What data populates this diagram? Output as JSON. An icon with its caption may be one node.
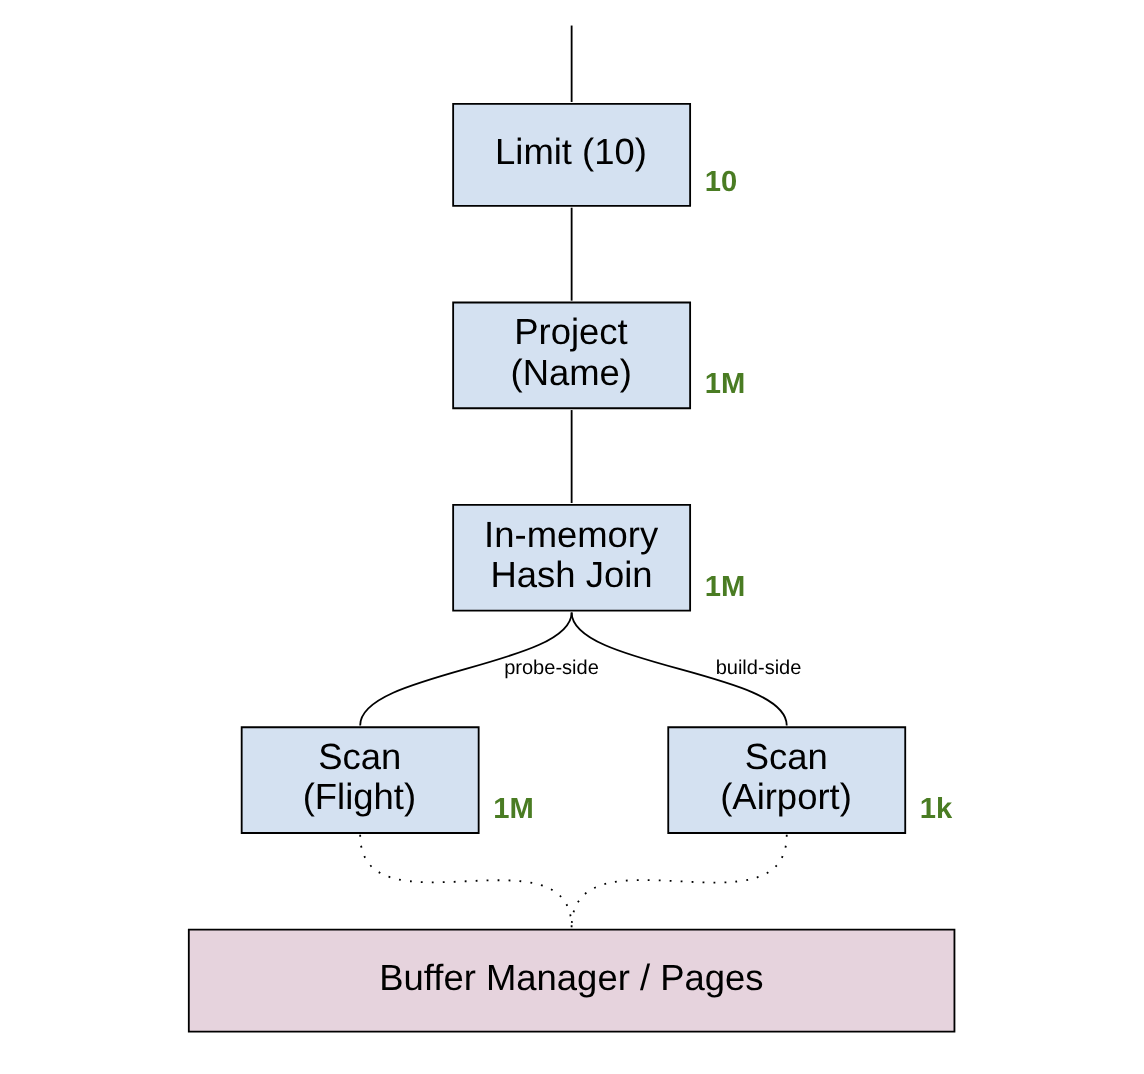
{
  "diagram": {
    "nodes": [
      {
        "text": [
          "Limit (10)"
        ],
        "beside": [
          "10"
        ]
      },
      {
        "text": [
          "Project (Name)"
        ],
        "beside": [
          "1M"
        ]
      },
      {
        "text": [
          "In-memory Hash Join"
        ],
        "beside": [
          "1M"
        ]
      },
      {
        "text": [
          "Scan (Flight)"
        ],
        "beside": [
          "1M"
        ]
      },
      {
        "text": [
          "Scan (Airport)"
        ],
        "beside": [
          "1k"
        ]
      },
      {
        "text": [
          "Buffer Manager / Pages"
        ]
      }
    ],
    "edges": [
      {
        "from": null,
        "to": 0,
        "arrow": "none"
      },
      {
        "from": 0,
        "to": 1,
        "arrow": "none"
      },
      {
        "from": 1,
        "to": 2,
        "arrow": "none"
      },
      {
        "from": 2,
        "to": 3,
        "arrow": "none",
        "label": "probe-side"
      },
      {
        "from": 2,
        "to": 4,
        "arrow": "none",
        "label": "build-side"
      },
      {
        "from": 3,
        "to": 5,
        "arrow": "none",
        "style": "dashed"
      },
      {
        "from": 4,
        "to": 5,
        "arrow": "none",
        "style": "dashed"
      }
    ]
  }
}
